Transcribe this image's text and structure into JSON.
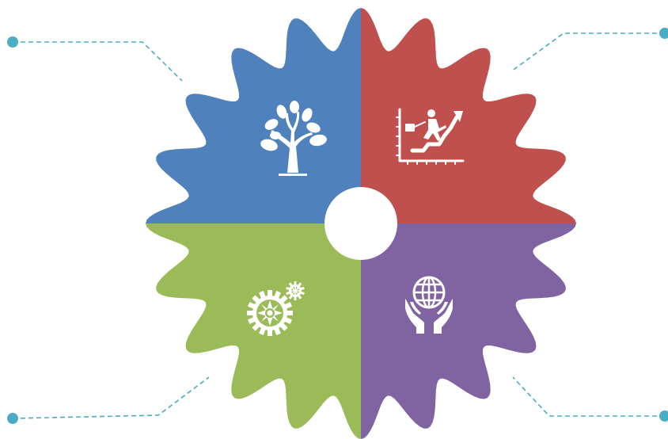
{
  "diagram": {
    "type": "four-quadrant gear infographic",
    "quadrants": [
      {
        "id": "top-left",
        "color": "#4F81BD",
        "icon": "money-tree-icon"
      },
      {
        "id": "top-right",
        "color": "#C0504D",
        "icon": "growth-chart-runner-icon"
      },
      {
        "id": "bottom-left",
        "color": "#9BBB59",
        "icon": "gears-icon"
      },
      {
        "id": "bottom-right",
        "color": "#8064A2",
        "icon": "globe-in-hands-icon"
      }
    ],
    "callout_color": "#4BACC6",
    "hub_color": "#FFFFFF"
  }
}
